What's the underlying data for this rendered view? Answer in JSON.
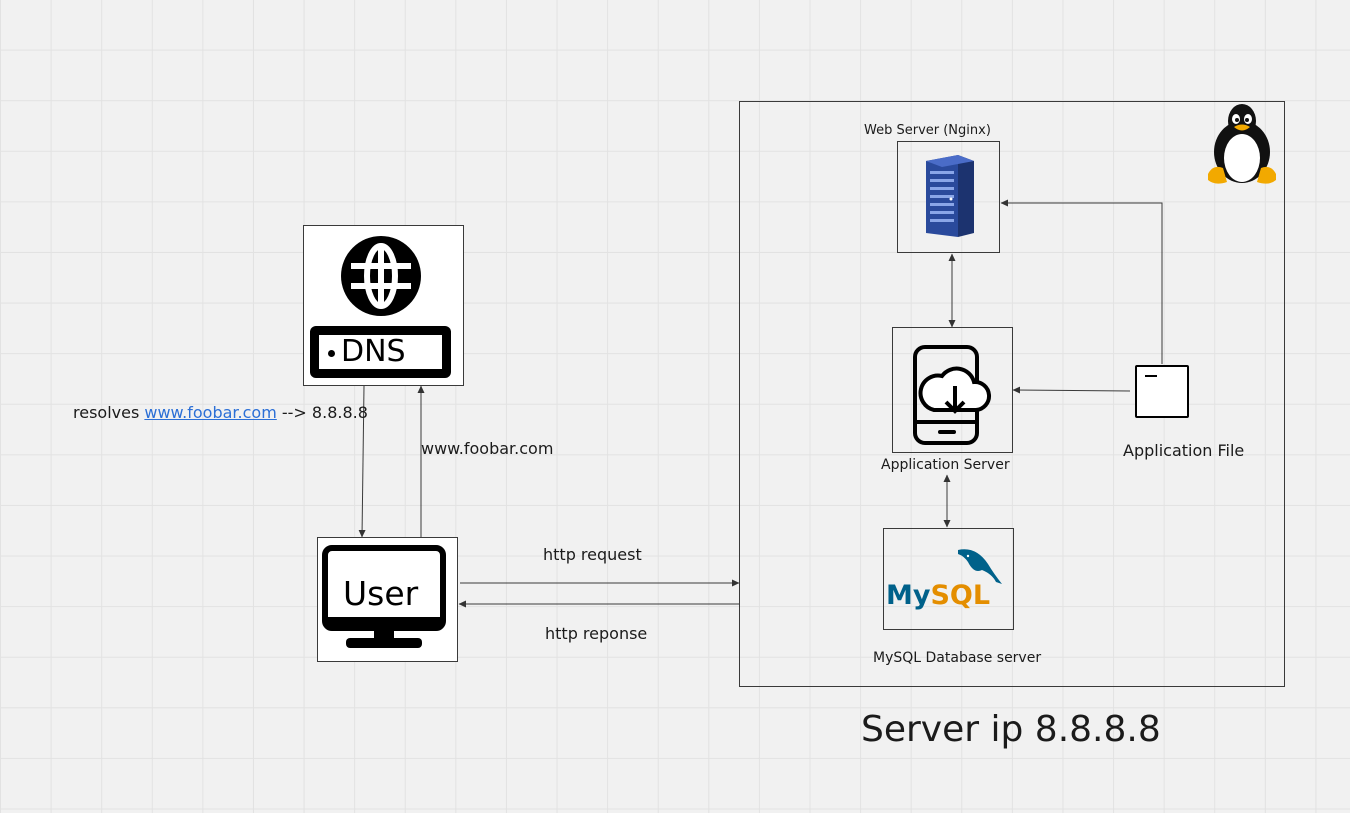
{
  "nodes": {
    "dns": {
      "label": "DNS",
      "icon": "globe-icon"
    },
    "user": {
      "label": "User",
      "icon": "monitor-icon"
    },
    "web_server": {
      "label": "Web Server (Nginx)",
      "icon": "server-rack-icon"
    },
    "app_server": {
      "label": "Application Server",
      "icon": "cloud-download-phone-icon"
    },
    "app_file": {
      "label": "Application File",
      "icon": "file-icon"
    },
    "mysql": {
      "label": "MySQL Database server",
      "logo": "MySQL",
      "icon": "mysql-logo"
    },
    "server_box": {
      "label": "Server ip 8.8.8.8",
      "icon": "linux-tux-icon"
    }
  },
  "edges": {
    "dns_resolve": {
      "prefix": "resolves ",
      "link_text": "www.foobar.com",
      "suffix": " --> 8.8.8.8"
    },
    "dns_query": {
      "label": "www.foobar.com"
    },
    "http_request": {
      "label": "http request"
    },
    "http_response": {
      "label": "http reponse"
    }
  },
  "colors": {
    "server_blue": "#2a4a9c",
    "mysql_blue": "#00618a",
    "mysql_orange": "#e48e00",
    "link_blue": "#2b6fd6"
  }
}
